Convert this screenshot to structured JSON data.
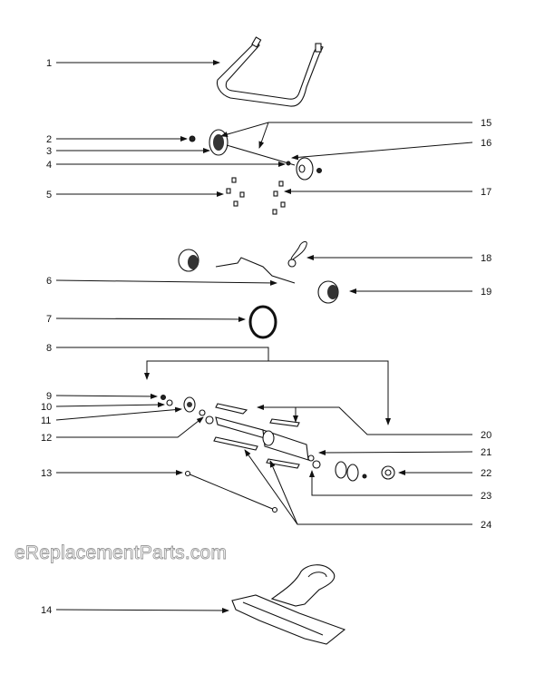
{
  "diagram": {
    "callouts": [
      {
        "n": "1"
      },
      {
        "n": "2"
      },
      {
        "n": "3"
      },
      {
        "n": "4"
      },
      {
        "n": "5"
      },
      {
        "n": "6"
      },
      {
        "n": "7"
      },
      {
        "n": "8"
      },
      {
        "n": "9"
      },
      {
        "n": "10"
      },
      {
        "n": "11"
      },
      {
        "n": "12"
      },
      {
        "n": "13"
      },
      {
        "n": "14"
      },
      {
        "n": "15"
      },
      {
        "n": "16"
      },
      {
        "n": "17"
      },
      {
        "n": "18"
      },
      {
        "n": "19"
      },
      {
        "n": "20"
      },
      {
        "n": "21"
      },
      {
        "n": "22"
      },
      {
        "n": "23"
      },
      {
        "n": "24"
      }
    ],
    "watermark": "eReplacementParts.com"
  }
}
